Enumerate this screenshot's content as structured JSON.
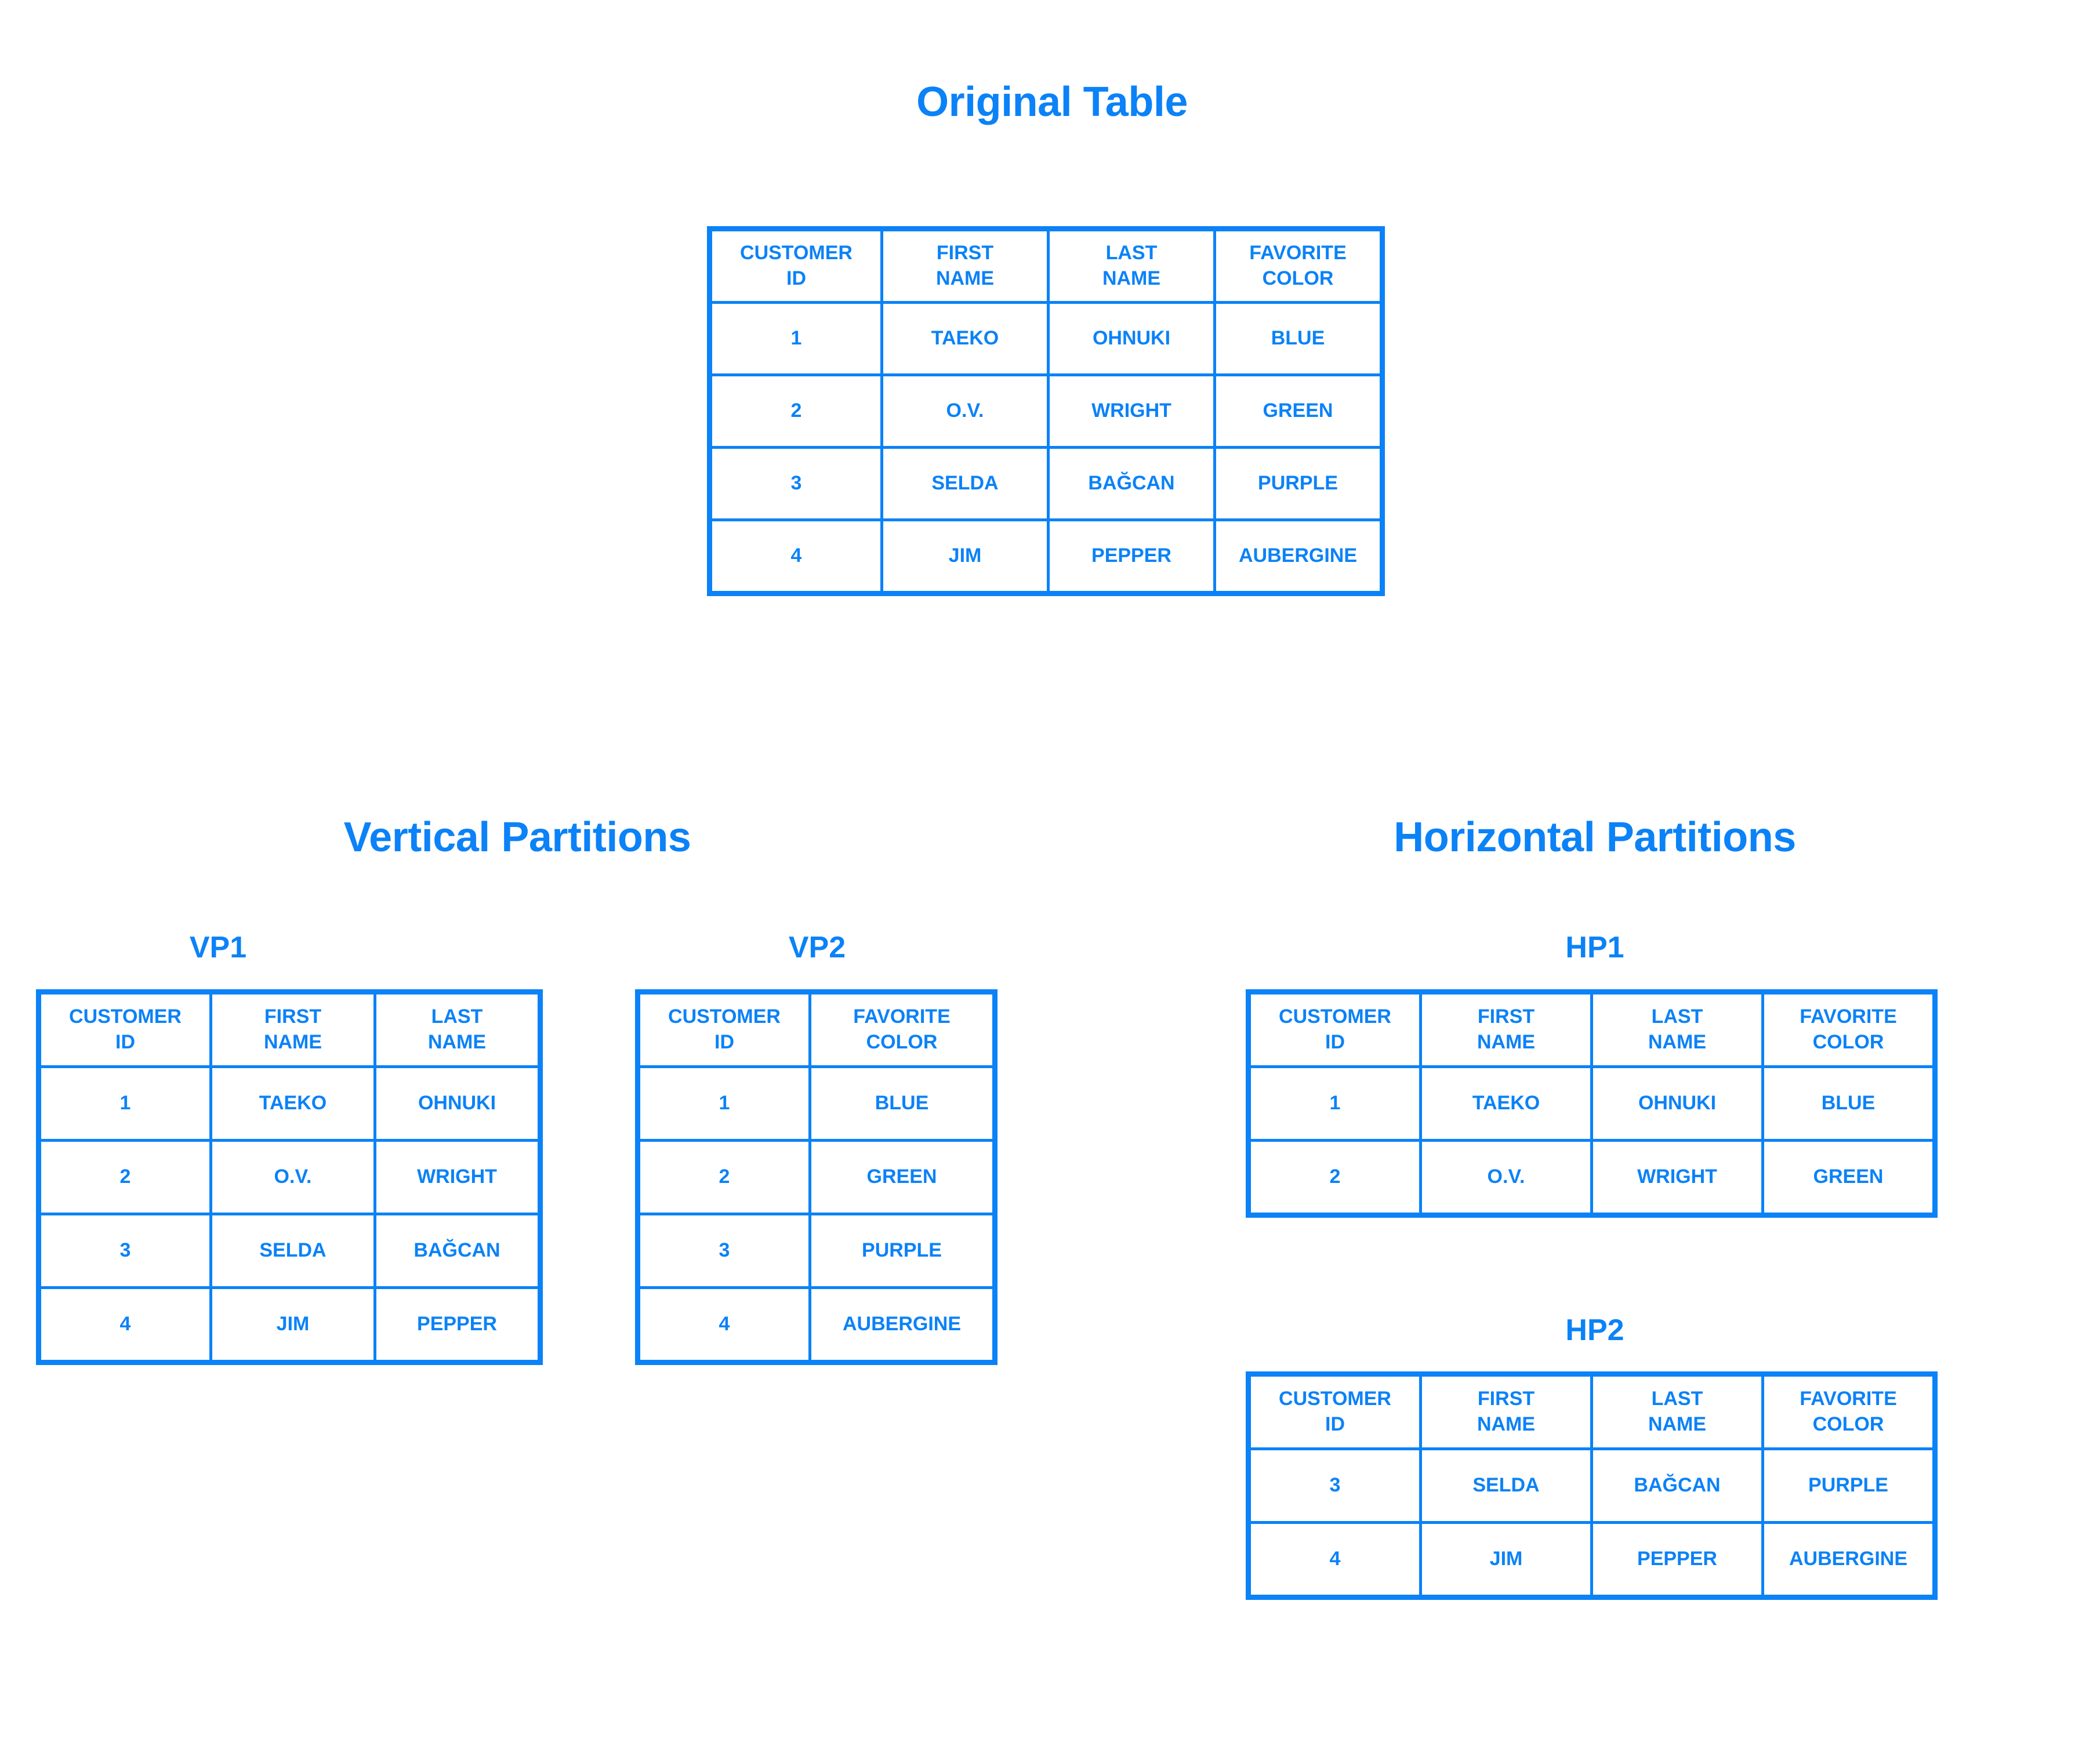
{
  "columns": {
    "customer_id": "CUSTOMER\nID",
    "first_name": "FIRST\nNAME",
    "last_name": "LAST\nNAME",
    "favorite_color": "FAVORITE\nCOLOR"
  },
  "accent_color": "#0b82f7",
  "original": {
    "title": "Original Table",
    "headers": [
      "CUSTOMER\nID",
      "FIRST\nNAME",
      "LAST\nNAME",
      "FAVORITE\nCOLOR"
    ],
    "rows": [
      [
        "1",
        "TAEKO",
        "OHNUKI",
        "BLUE"
      ],
      [
        "2",
        "O.V.",
        "WRIGHT",
        "GREEN"
      ],
      [
        "3",
        "SELDA",
        "BAĞCAN",
        "PURPLE"
      ],
      [
        "4",
        "JIM",
        "PEPPER",
        "AUBERGINE"
      ]
    ]
  },
  "vertical": {
    "title": "Vertical Partitions",
    "vp1": {
      "label": "VP1",
      "headers": [
        "CUSTOMER\nID",
        "FIRST\nNAME",
        "LAST\nNAME"
      ],
      "rows": [
        [
          "1",
          "TAEKO",
          "OHNUKI"
        ],
        [
          "2",
          "O.V.",
          "WRIGHT"
        ],
        [
          "3",
          "SELDA",
          "BAĞCAN"
        ],
        [
          "4",
          "JIM",
          "PEPPER"
        ]
      ]
    },
    "vp2": {
      "label": "VP2",
      "headers": [
        "CUSTOMER\nID",
        "FAVORITE\nCOLOR"
      ],
      "rows": [
        [
          "1",
          "BLUE"
        ],
        [
          "2",
          "GREEN"
        ],
        [
          "3",
          "PURPLE"
        ],
        [
          "4",
          "AUBERGINE"
        ]
      ]
    }
  },
  "horizontal": {
    "title": "Horizontal Partitions",
    "hp1": {
      "label": "HP1",
      "headers": [
        "CUSTOMER\nID",
        "FIRST\nNAME",
        "LAST\nNAME",
        "FAVORITE\nCOLOR"
      ],
      "rows": [
        [
          "1",
          "TAEKO",
          "OHNUKI",
          "BLUE"
        ],
        [
          "2",
          "O.V.",
          "WRIGHT",
          "GREEN"
        ]
      ]
    },
    "hp2": {
      "label": "HP2",
      "headers": [
        "CUSTOMER\nID",
        "FIRST\nNAME",
        "LAST\nNAME",
        "FAVORITE\nCOLOR"
      ],
      "rows": [
        [
          "3",
          "SELDA",
          "BAĞCAN",
          "PURPLE"
        ],
        [
          "4",
          "JIM",
          "PEPPER",
          "AUBERGINE"
        ]
      ]
    }
  }
}
